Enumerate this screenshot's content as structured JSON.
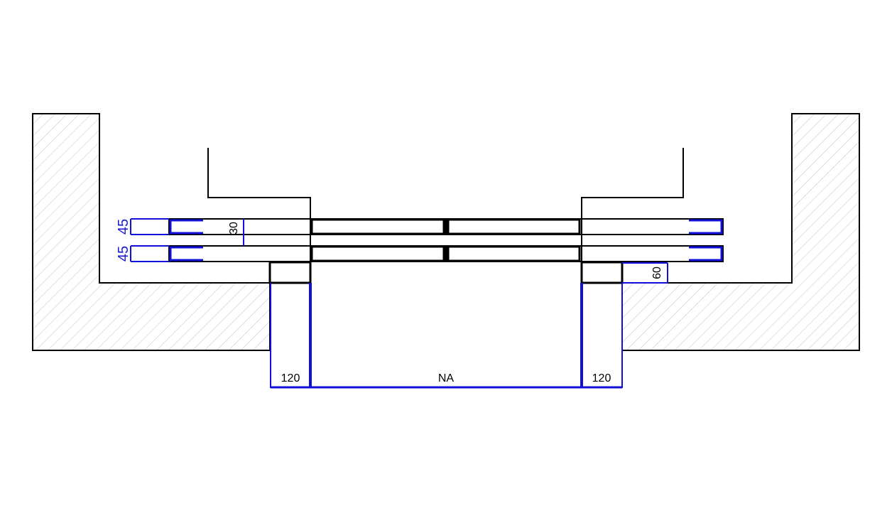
{
  "colors": {
    "outline": "#000000",
    "dimension": "#1010d8",
    "hatch": "#b0b0b0",
    "background": "#ffffff"
  },
  "dimensions": {
    "left_top_thickness": "45",
    "left_bottom_thickness": "45",
    "inner_gap": "30",
    "sill_height": "60",
    "left_jamb_width": "120",
    "opening_width": "NA",
    "right_jamb_width": "120"
  }
}
